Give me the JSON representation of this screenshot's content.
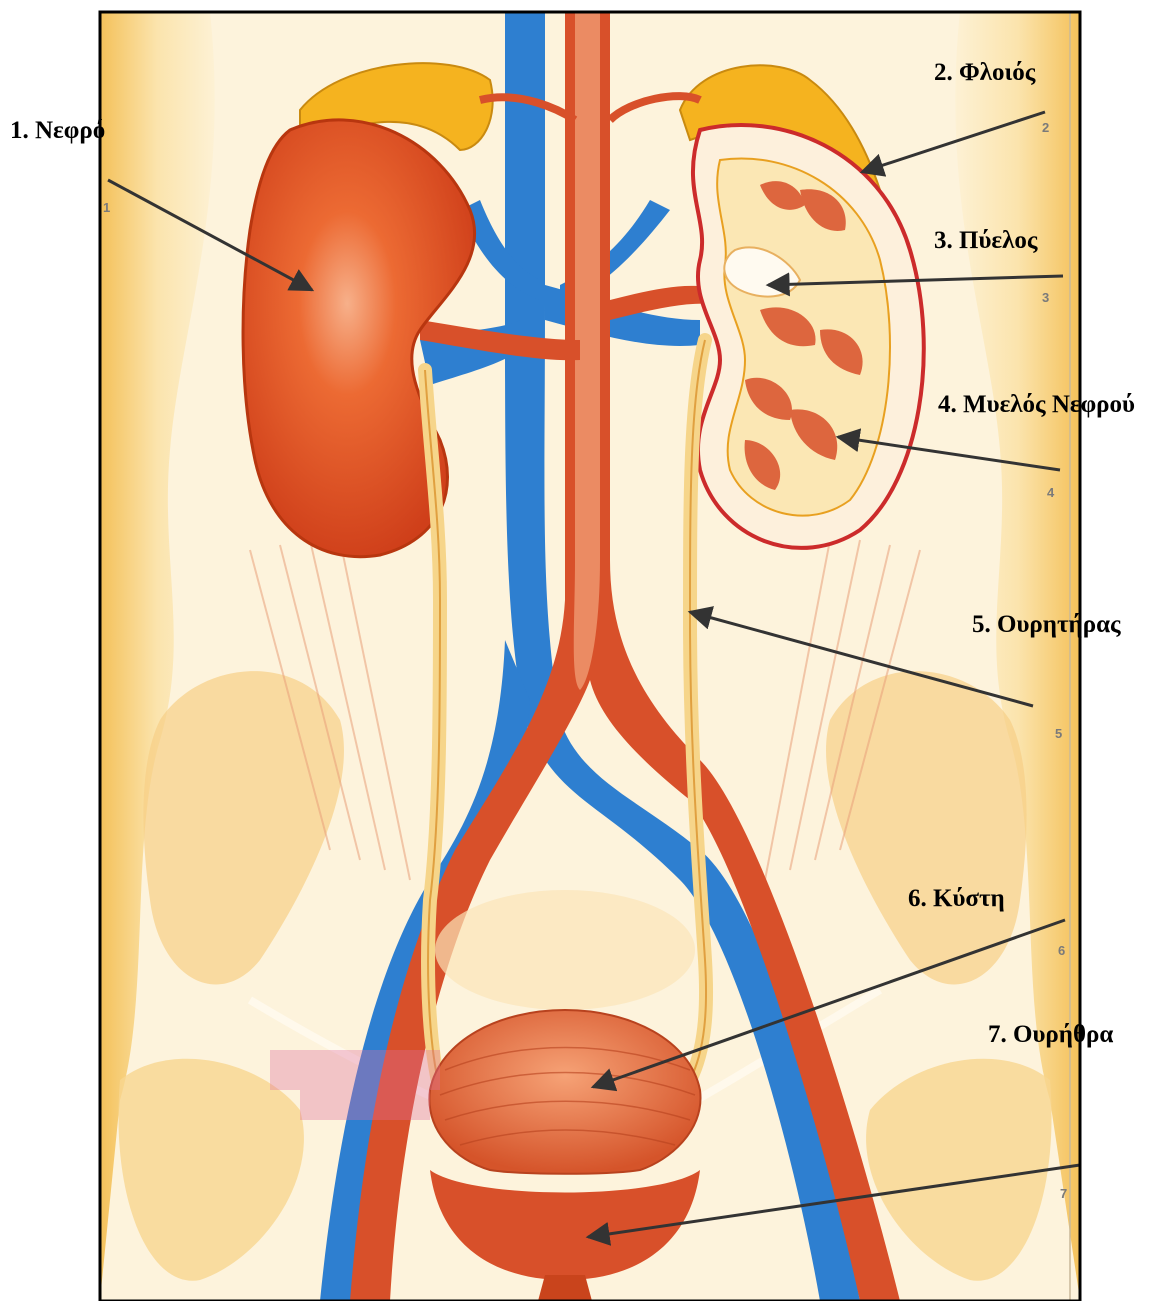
{
  "colors": {
    "frame": "#000000",
    "skin": "#fbe3a8",
    "skin_shadow": "#f2b94a",
    "adrenal": "#f5b31f",
    "kidney": "#d9481f",
    "kidney_light": "#f07a3a",
    "vein": "#2e7fd0",
    "artery": "#d8502a",
    "ureter": "#f6d58a",
    "bladder": "#e2683a",
    "arrow": "#333333"
  },
  "labels": [
    {
      "id": "kidney",
      "text": "1. Νεφρό",
      "plate_number": "1"
    },
    {
      "id": "cortex",
      "text": "2. Φλοιός",
      "plate_number": "2"
    },
    {
      "id": "pelvis",
      "text": "3. Πύελος",
      "plate_number": "3"
    },
    {
      "id": "medulla",
      "text": "4. Μυελός Νεφρού",
      "plate_number": "4"
    },
    {
      "id": "ureter",
      "text": "5. Ουρητήρας",
      "plate_number": "5"
    },
    {
      "id": "bladder",
      "text": "6. Κύστη",
      "plate_number": "6"
    },
    {
      "id": "urethra",
      "text": "7. Ουρήθρα",
      "plate_number": "7"
    }
  ]
}
